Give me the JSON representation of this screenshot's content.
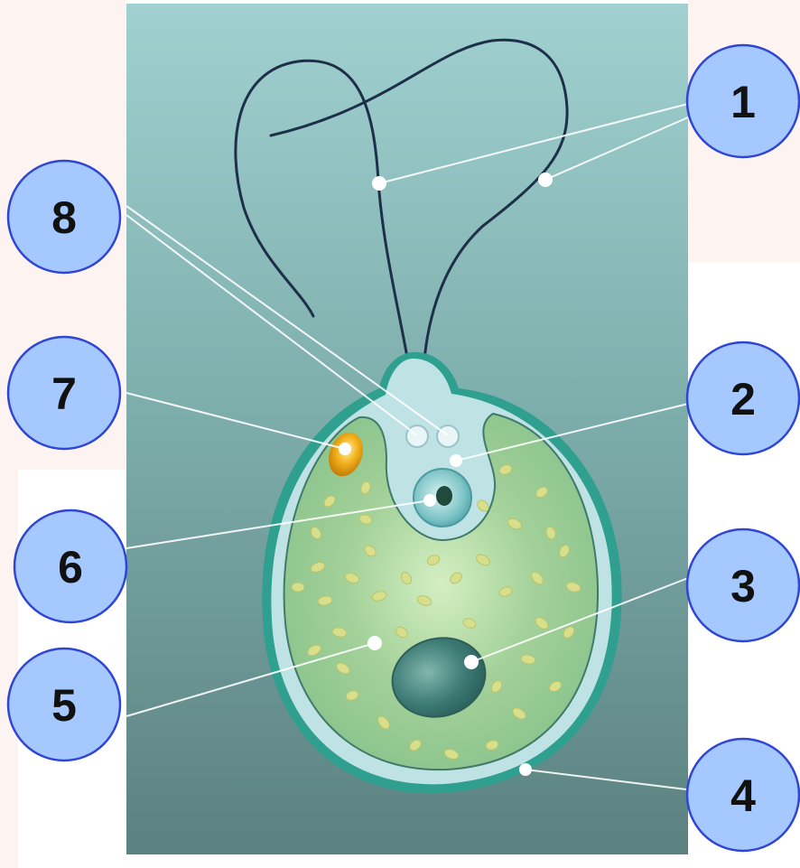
{
  "diagram": {
    "callouts": [
      {
        "id": "1",
        "label": "1"
      },
      {
        "id": "2",
        "label": "2"
      },
      {
        "id": "3",
        "label": "3"
      },
      {
        "id": "4",
        "label": "4"
      },
      {
        "id": "5",
        "label": "5"
      },
      {
        "id": "6",
        "label": "6"
      },
      {
        "id": "7",
        "label": "7"
      },
      {
        "id": "8",
        "label": "8"
      }
    ],
    "colors": {
      "panel_top": "#9ccdcc",
      "panel_bottom": "#5d8483",
      "cell_rim": "#2f9f90",
      "wall": "#bfe0e3",
      "cytoplasm": "#a6d49c",
      "nucleus": "#3f7d78",
      "stigma": "#f2a811",
      "callout_fill": "#a5c8ff",
      "callout_stroke": "#2e45d6",
      "page_tint": "#fdf4f2"
    }
  }
}
